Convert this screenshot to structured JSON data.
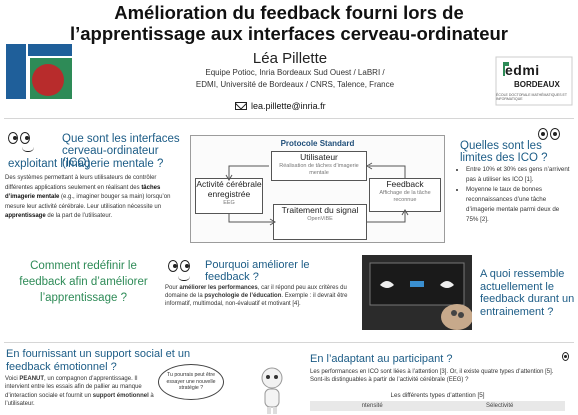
{
  "header": {
    "title": "Amélioration du feedback fourni lors de l’apprentissage aux interfaces cerveau-ordinateur",
    "author": "Léa Pillette",
    "affiliation_line1": "Equipe Potioc, Inria Bordeaux Sud Ouest / LaBRI /",
    "affiliation_line2": "EDMI, Université de Bordeaux / CNRS, Talence, France",
    "email": "lea.pillette@inria.fr"
  },
  "logo_right": {
    "name": "edmi",
    "sub": "BORDEAUX",
    "tiny": "ÉCOLE DOCTORALE MATHÉMATIQUES ET INFORMATIQUE"
  },
  "sections": {
    "q1_title": "Que sont les interfaces cerveau-ordinateur (ICO)",
    "q1_title_2": "exploitant l’imagerie mentale ?",
    "q1_body_1": "Des systèmes permettant à leurs utilisateurs de contrôler différentes applications seulement en réalisant des",
    "q1_body_bold_1": "tâches d’imagerie mentale",
    "q1_body_2": "(e.g., imaginer bouger sa main) lorsqu’on mesure leur activité cérébrale. Leur utilisation nécessite un",
    "q1_body_bold_2": "apprentissage",
    "q1_body_3": "de la part de l’utilisateur.",
    "protocol_title": "Protocole Standard",
    "protocol_user": "Utilisateur",
    "protocol_user_sub": "Réalisation de tâches d’imagerie mentale",
    "protocol_eeg": "Activité cérébrale enregistrée",
    "protocol_eeg_sub": "EEG",
    "protocol_feedback": "Feedback",
    "protocol_feedback_sub": "Affichage de la tâche reconnue",
    "protocol_ts": "Traitement du signal",
    "protocol_ts_sub": "OpenViBE",
    "q3_title": "Quelles sont les limites des ICO ?",
    "q3_items": [
      "Entre 10% et 30% ces gens n’arrivent pas à utiliser les ICO [1].",
      "Moyenne le taux de bonnes reconnaissances d’une tâche d’imagerie mentale parmi deux de 75% [2]."
    ],
    "q4_title": "Comment redéfinir le feedback afin d’améliorer l’apprentissage ?",
    "q5_title": "Pourquoi améliorer le feedback ?",
    "q5_body_1": "Pour",
    "q5_body_bold": "améliorer les performances",
    "q5_body_2": ", car il répond peu aux critères du domaine de la",
    "q5_body_bold_2": "psychologie de l’éducation",
    "q5_body_3": ". Exemple : il devrait être informatif, multimodal, non-évaluatif et motivant [4].",
    "q6_title": "A quoi ressemble actuellement le feedback durant un entrainement ?",
    "q7_title": "En fournissant un support social et un feedback émotionnel ?",
    "q7_body_1": "Voici",
    "q7_body_bold": "PEANUT",
    "q7_body_2": ", un compagnon d’apprentissage. Il intervient entre les essais afin de pallier au manque d’interaction sociale et fournit un",
    "q7_body_bold_2": "support émotionnel",
    "q7_body_3": "à l’utilisateur.",
    "bubble_text": "Tu pourrais peut être essayer une nouvelle stratégie ?",
    "q8_title": "En l’adaptant au participant ?",
    "q8_body": "Les performances en ICO sont liées à l’attention [3]. Or, il existe quatre types d’attention [5]. Sont-ils distinguables à partir de l’activité cérébrale (EEG) ?",
    "table_caption": "Les différents types d’attention [5]",
    "table_col_1": "ntensité",
    "table_col_2": "Sélectivité"
  },
  "colors": {
    "heading_blue": "#1c5c86",
    "heading_green": "#2e8b57",
    "heading_dark": "#0e2a3b",
    "logo_blue": "#1f5f9a",
    "logo_green": "#2e8b57",
    "logo_red": "#b82c2c"
  }
}
